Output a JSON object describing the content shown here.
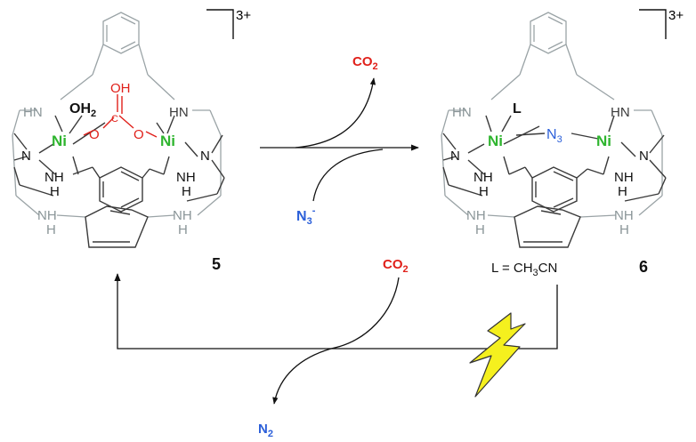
{
  "colors": {
    "bond": "#3a3a3a",
    "ghost_bond": "#9aa3a6",
    "ghost_label": "#8a9598",
    "nickel": "#2fb52f",
    "oxygen": "#e0201a",
    "azide": "#2b5fd9",
    "co2": "#e0201a",
    "n2": "#2b5fd9",
    "bolt_fill": "#f5f01e",
    "bolt_stroke": "#333333"
  },
  "complex_left": {
    "charge": "3+",
    "number": "5",
    "metal_label": "Ni",
    "aqua_label": "OH",
    "aqua_sub": "2",
    "bridge_oh": "OH",
    "bridge_o1": "O",
    "bridge_o2": "O",
    "bridge_c": "C",
    "n_label": "N",
    "nh_label": "NH",
    "h_label": "H",
    "hn_label": "HN"
  },
  "complex_right": {
    "charge": "3+",
    "number": "6",
    "metal_label": "Ni",
    "ligand_label": "L",
    "bridge_label": "N",
    "bridge_sub": "3",
    "n_label": "N",
    "nh_label": "NH",
    "h_label": "H",
    "hn_label": "HN",
    "ligand_def_prefix": "L = CH",
    "ligand_def_sub": "3",
    "ligand_def_suffix": "CN"
  },
  "reagents": {
    "co2_top_main": "CO",
    "co2_top_sub": "2",
    "azide_main": "N",
    "azide_sub": "3",
    "azide_sup": "-",
    "co2_bottom_main": "CO",
    "co2_bottom_sub": "2",
    "n2_main": "N",
    "n2_sub": "2"
  },
  "icons": [
    "lightning-bolt-icon"
  ]
}
